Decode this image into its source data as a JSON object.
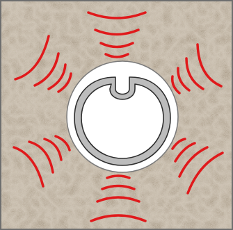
{
  "diagram": {
    "background": {
      "kind": "granite-rock-texture",
      "colors": [
        "#a89a86",
        "#c4b6a0",
        "#8f8170",
        "#d8cbb6"
      ]
    },
    "frame_border_color": "#6e6e6e",
    "anchor": {
      "kind": "split-set-rock-bolt-cross-section",
      "hole_fill": "#ffffff",
      "tube_fill": "#b9b9b9",
      "tube_stroke": "#3a3a3a",
      "slot": "top"
    },
    "pressure_arcs": {
      "color": "#e0191b",
      "groups": 6,
      "arcs_per_group": 4,
      "directions": [
        "top",
        "upper-right",
        "lower-right",
        "bottom",
        "lower-left",
        "upper-left"
      ]
    }
  }
}
